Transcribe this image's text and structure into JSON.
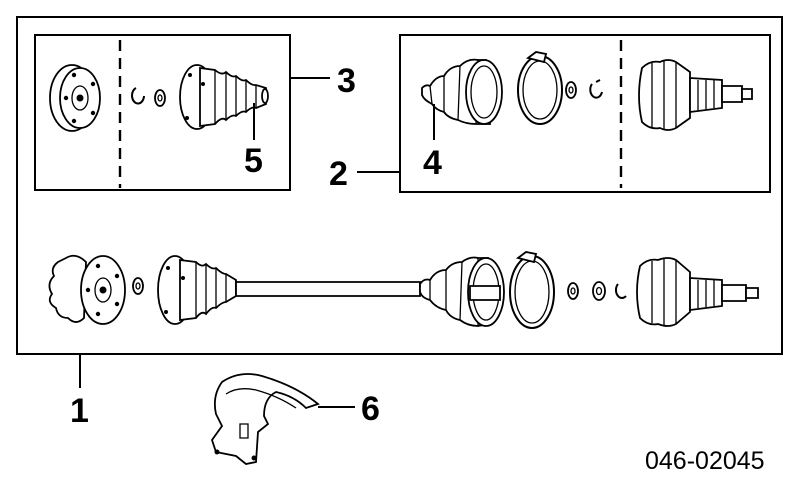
{
  "callouts": {
    "c1": "1",
    "c2": "2",
    "c3": "3",
    "c4": "4",
    "c5": "5",
    "c6": "6"
  },
  "part_code": "046-02045",
  "colors": {
    "ink": "#000000",
    "paper": "#ffffff"
  }
}
